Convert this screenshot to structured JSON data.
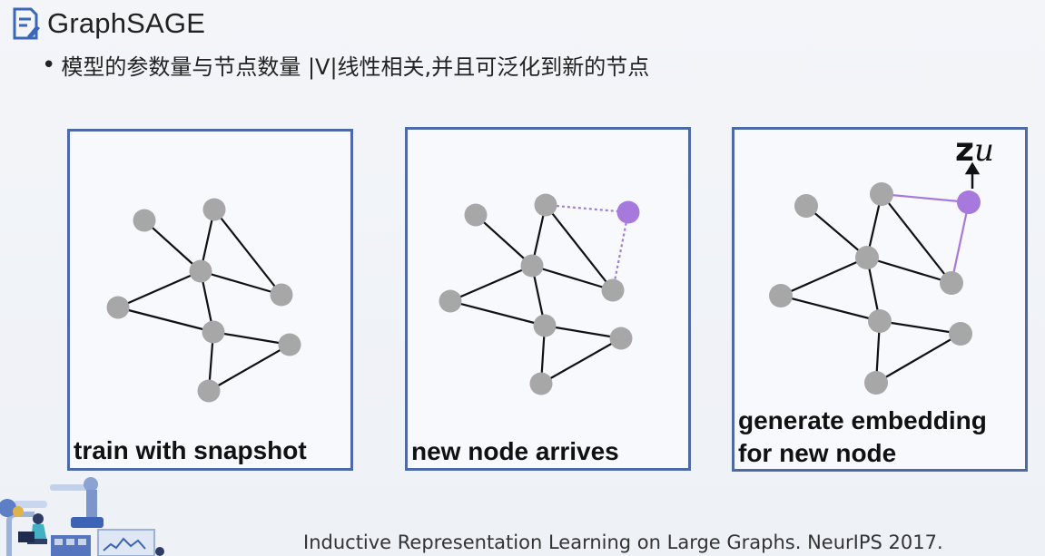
{
  "header": {
    "title": "GraphSAGE",
    "bullet": "模型的参数量与节点数量 |V|线性相关,并且可泛化到新的节点"
  },
  "panels": [
    {
      "caption_lines": [
        "train with snapshot"
      ]
    },
    {
      "caption_lines": [
        "new node arrives"
      ]
    },
    {
      "caption_lines": [
        "generate embedding",
        "for new node"
      ],
      "label_bold": "z",
      "label_italic": "u"
    }
  ],
  "colors": {
    "panel_border": "#4d6aa6",
    "node": "#a7a7a7",
    "new_node": "#a779dc",
    "new_edge": "#a779dc",
    "edge": "#111111"
  },
  "icons": [
    "document-edit-icon",
    "robot-worker-illustration"
  ],
  "footer": {
    "citation": "Inductive Representation Learning on Large Graphs. NeurIPS 2017."
  }
}
